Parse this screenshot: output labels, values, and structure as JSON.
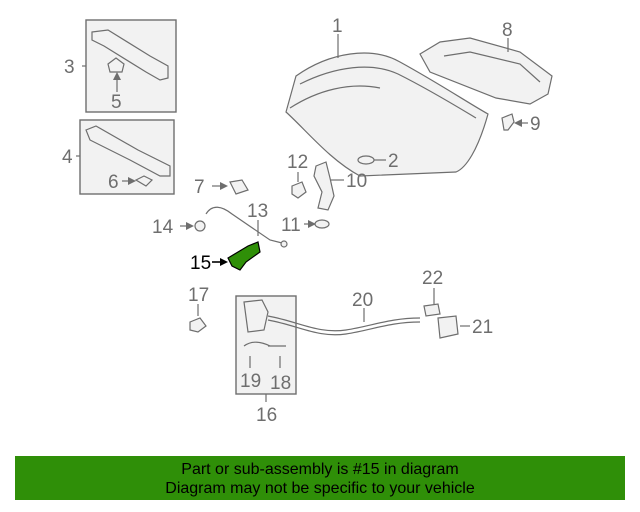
{
  "callouts": {
    "c1": "1",
    "c2": "2",
    "c3": "3",
    "c4": "4",
    "c5": "5",
    "c6": "6",
    "c7": "7",
    "c8": "8",
    "c9": "9",
    "c10": "10",
    "c11": "11",
    "c12": "12",
    "c13": "13",
    "c14": "14",
    "c15": "15",
    "c16": "16",
    "c17": "17",
    "c18": "18",
    "c19": "19",
    "c20": "20",
    "c21": "21",
    "c22": "22"
  },
  "highlight": {
    "part": "15",
    "color": "#2f8f08"
  },
  "notice": {
    "line1": "Part or sub-assembly is #15 in diagram",
    "line2": "Diagram may not be specific to your vehicle",
    "background": "#2f8f08"
  }
}
